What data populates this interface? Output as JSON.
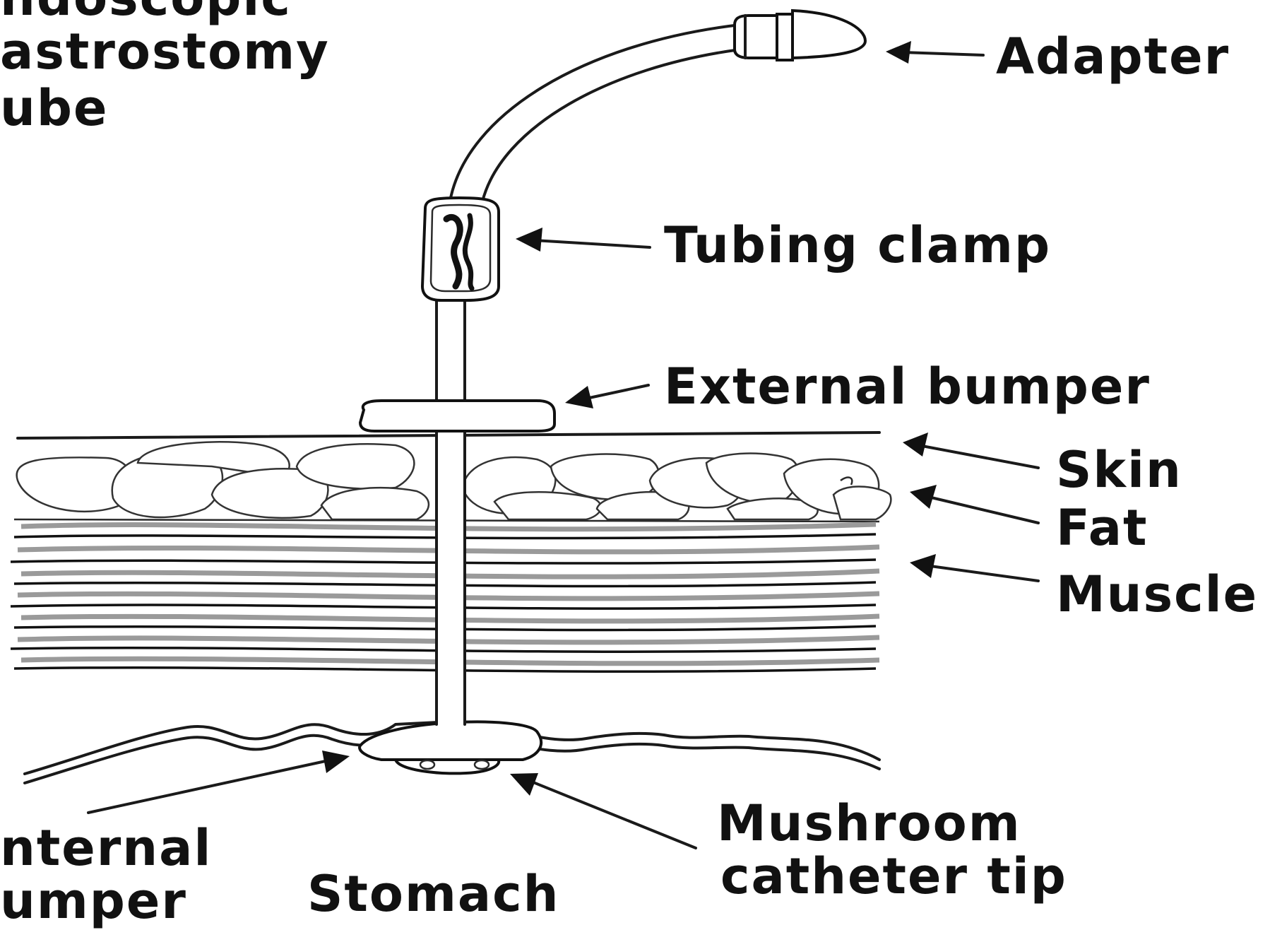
{
  "diagram": {
    "title_lines": [
      "ndoscopic",
      "astrostomy",
      "ube"
    ],
    "labels": {
      "adapter": "Adapter",
      "tubing_clamp": "Tubing clamp",
      "external_bumper": "External bumper",
      "skin": "Skin",
      "fat": "Fat",
      "muscle": "Muscle",
      "internal_bumper_line1": "nternal",
      "internal_bumper_line2": "umper",
      "mushroom_line1": "Mushroom",
      "mushroom_line2": "catheter tip",
      "stomach": "Stomach"
    }
  }
}
